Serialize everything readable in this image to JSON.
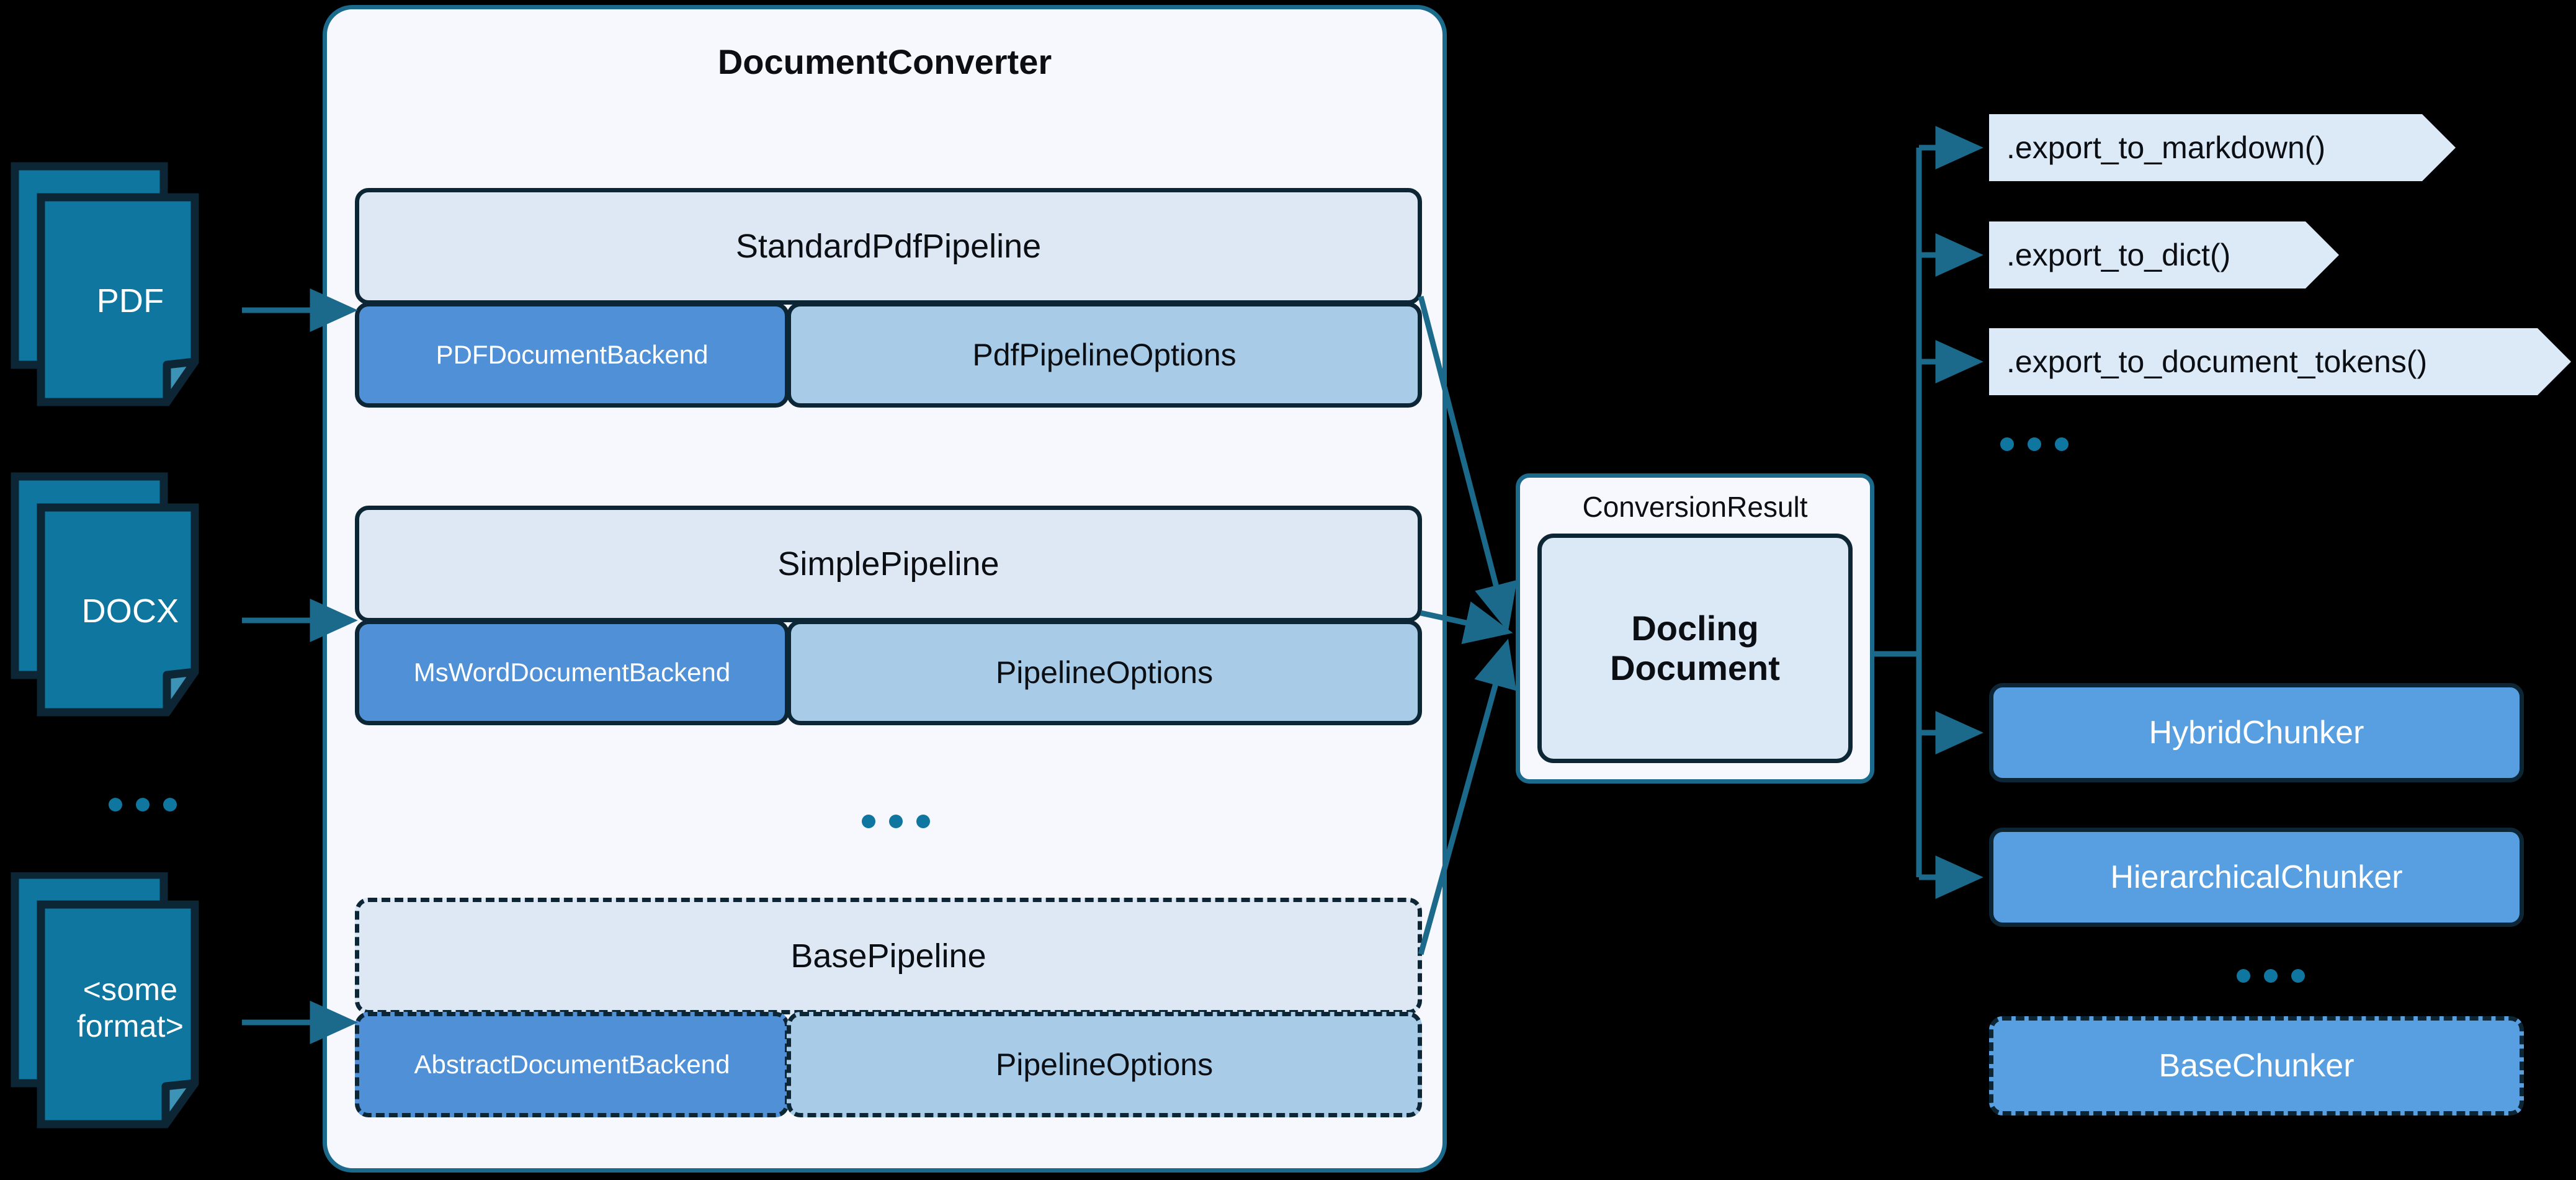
{
  "converter": {
    "title": "DocumentConverter",
    "pipelines": [
      {
        "name": "StandardPdfPipeline",
        "backend": "PDFDocumentBackend",
        "options": "PdfPipelineOptions",
        "dashed": false
      },
      {
        "name": "SimplePipeline",
        "backend": "MsWordDocumentBackend",
        "options": "PipelineOptions",
        "dashed": false
      },
      {
        "name": "BasePipeline",
        "backend": "AbstractDocumentBackend",
        "options": "PipelineOptions",
        "dashed": true
      }
    ],
    "pipelines_ellipsis": "..."
  },
  "inputs": {
    "items": [
      {
        "label": "PDF"
      },
      {
        "label": "DOCX"
      },
      {
        "label": "<some\nformat>"
      }
    ],
    "ellipsis": "..."
  },
  "result": {
    "label": "ConversionResult",
    "document": "Docling\nDocument"
  },
  "exports": {
    "items": [
      {
        "label": ".export_to_markdown()"
      },
      {
        "label": ".export_to_dict()"
      },
      {
        "label": ".export_to_document_tokens()"
      }
    ],
    "ellipsis": "..."
  },
  "chunkers": {
    "items": [
      {
        "label": "HybridChunker",
        "dashed": false
      },
      {
        "label": "HierarchicalChunker",
        "dashed": false
      },
      {
        "label": "BaseChunker",
        "dashed": true
      }
    ],
    "ellipsis": "..."
  },
  "colors": {
    "background": "#000000",
    "accent_teal": "#1b6a8c",
    "doc_fill": "#0f76a0",
    "outline_dark": "#0d2635",
    "pipeline_head_fill": "#dde8f4",
    "backend_fill": "#4f90d6",
    "options_fill": "#a8cbe8",
    "chunker_fill": "#579fe0",
    "export_fill": "#dce9f7",
    "container_fill": "#f6f8fd"
  }
}
